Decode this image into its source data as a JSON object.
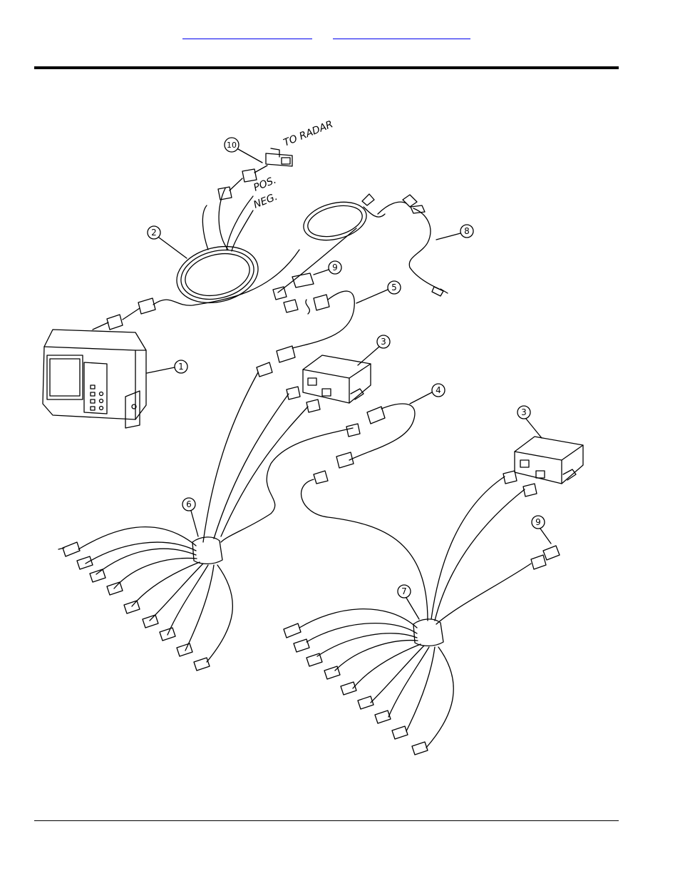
{
  "header": {
    "link_left": "",
    "link_right": ""
  },
  "diagram": {
    "callouts": [
      "1",
      "2",
      "3",
      "3",
      "4",
      "5",
      "6",
      "7",
      "8",
      "9",
      "9",
      "10"
    ],
    "labels": {
      "to_radar": "TO RADAR",
      "pos": "POS.",
      "neg": "NEG."
    }
  },
  "colors": {
    "line": "#000000",
    "link": "#0000ee",
    "background": "#ffffff"
  }
}
